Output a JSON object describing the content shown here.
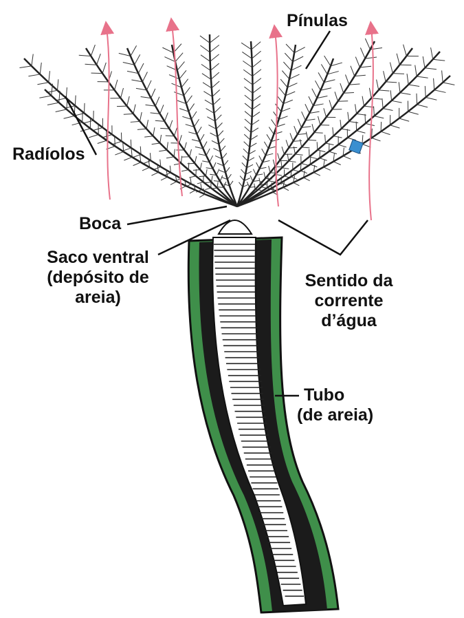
{
  "labels": {
    "pinulas": "Pínulas",
    "radiolos": "Radíolos",
    "boca": "Boca",
    "saco_ventral": [
      "Saco ventral",
      "(depósito de",
      "areia)"
    ],
    "sentido": [
      "Sentido da",
      "corrente",
      "d’água"
    ],
    "tubo": [
      "Tubo",
      "(de areia)"
    ]
  },
  "colors": {
    "tube_green": "#3f8f4a",
    "tube_dark": "#1b1b1b",
    "arrow_pink": "#e8728a",
    "marker_blue": "#3a8fd0"
  }
}
